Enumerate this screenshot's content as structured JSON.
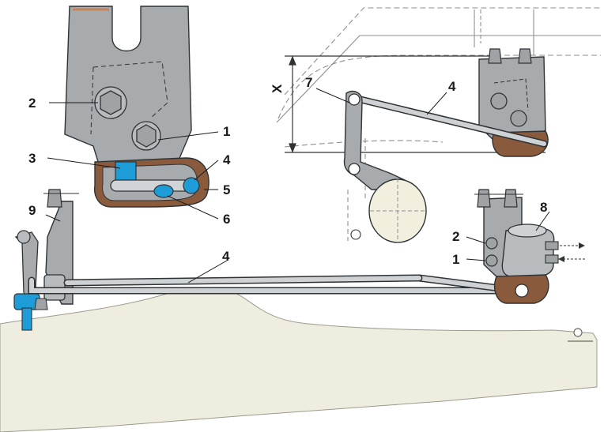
{
  "colors": {
    "metal": "#a7abae",
    "metal_dark": "#6e7377",
    "outline": "#2f3336",
    "bushing": "#8a5a3c",
    "blue": "#1e9cd7",
    "ground": "#efeddf",
    "wheel": "#f2efdf"
  },
  "dimension": {
    "label": "X"
  },
  "callouts": {
    "detail": {
      "c2": "2",
      "c1": "1",
      "c3": "3",
      "c4": "4",
      "c5": "5",
      "c6": "6"
    },
    "side": {
      "c7": "7",
      "c4": "4"
    },
    "main": {
      "c9": "9",
      "c4": "4",
      "c8": "8",
      "c2": "2",
      "c1": "1"
    }
  }
}
